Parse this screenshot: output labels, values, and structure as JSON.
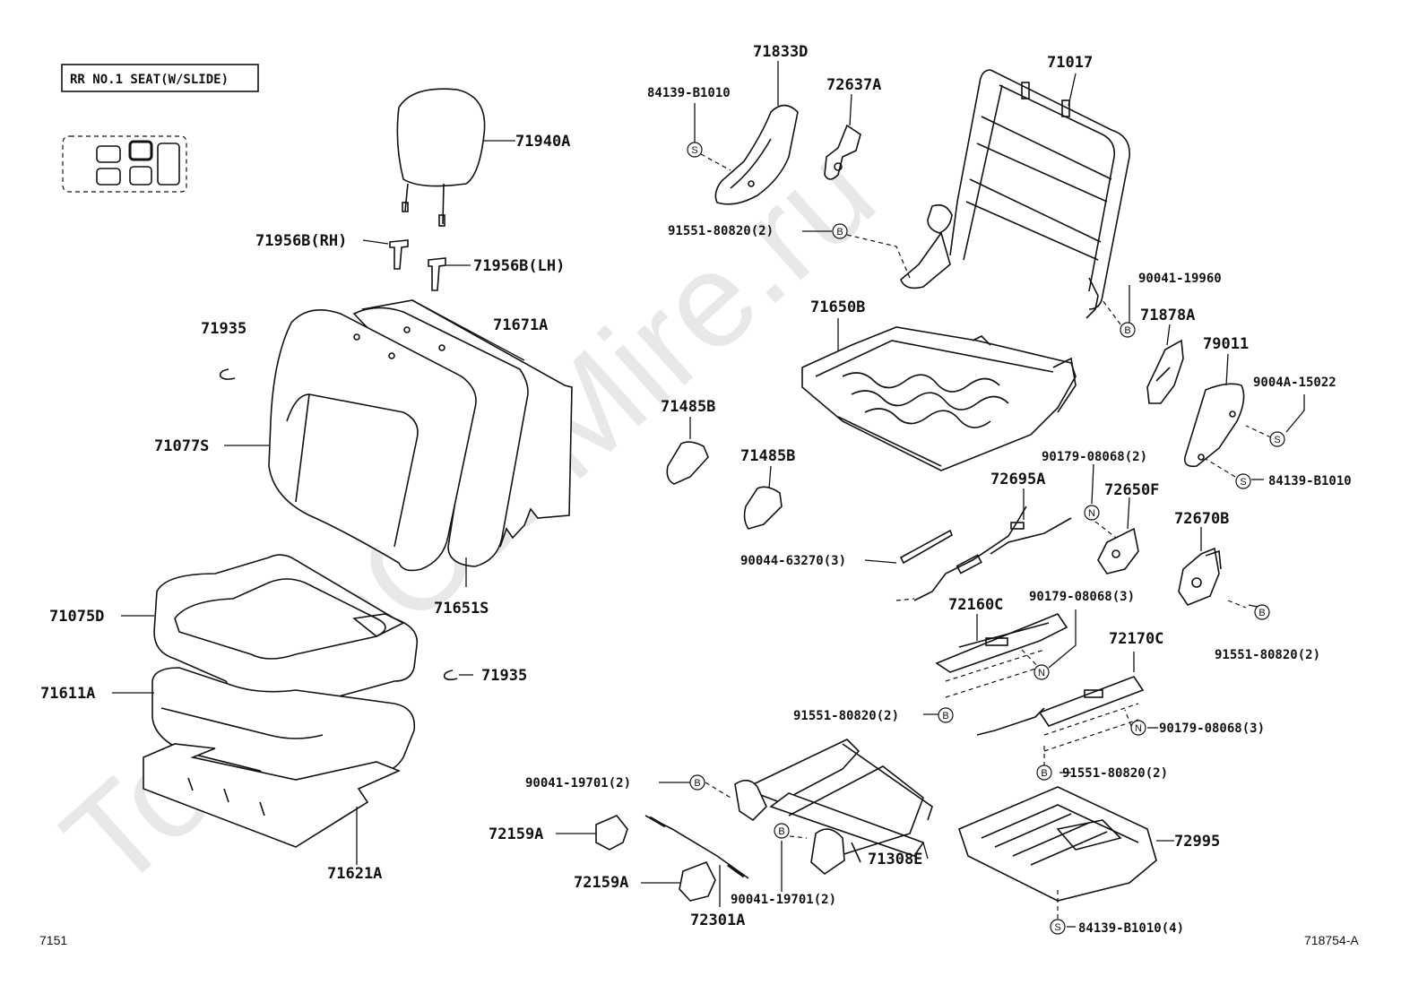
{
  "title_box": "RR NO.1 SEAT(W/SLIDE)",
  "watermark": "ToyotaCarMire.ru",
  "footer_left": "7151",
  "footer_right": "718754-A",
  "symbols": {
    "screw": "S",
    "bolt": "B",
    "nut": "N"
  },
  "parts": {
    "p71833D": "71833D",
    "p84139_B1010_top": "84139-B1010",
    "p72637A": "72637A",
    "p71017": "71017",
    "p91551_80820_top": "91551-80820(2)",
    "p90041_19960": "90041-19960",
    "p71650B": "71650B",
    "p71878A": "71878A",
    "p79011": "79011",
    "p9004A_15022": "9004A-15022",
    "p84139_B1010_right": "84139-B1010",
    "p71940A": "71940A",
    "p71956B_RH": "71956B(RH)",
    "p71956B_LH": "71956B(LH)",
    "p71935_top": "71935",
    "p71671A": "71671A",
    "p71077S": "71077S",
    "p71485B_a": "71485B",
    "p71485B_b": "71485B",
    "p90179_08068_a": "90179-08068(2)",
    "p72695A": "72695A",
    "p72650F": "72650F",
    "p72670B": "72670B",
    "p90044_63270": "90044-63270(3)",
    "p71651S": "71651S",
    "p71075D": "71075D",
    "p72160C": "72160C",
    "p90179_08068_b": "90179-08068(3)",
    "p91551_80820_right": "91551-80820(2)",
    "p71935_bottom": "71935",
    "p72170C": "72170C",
    "p71611A": "71611A",
    "p91551_80820_mid": "91551-80820(2)",
    "p90179_08068_c": "90179-08068(3)",
    "p90041_19701_a": "90041-19701(2)",
    "p91551_80820_low": "91551-80820(2)",
    "p72159A_a": "72159A",
    "p72995": "72995",
    "p71308E": "71308E",
    "p71621A": "71621A",
    "p72159A_b": "72159A",
    "p90041_19701_b": "90041-19701(2)",
    "p72301A": "72301A",
    "p84139_B1010_bottom": "84139-B1010(4)"
  }
}
